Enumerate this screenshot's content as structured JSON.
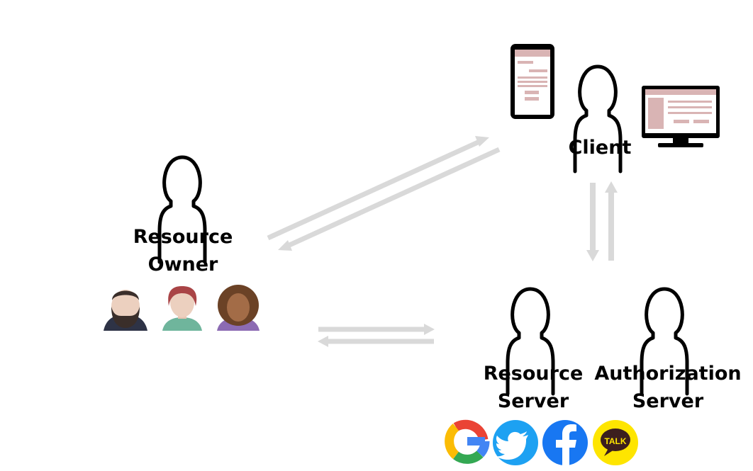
{
  "labels": {
    "resource_owner": [
      "Resource",
      "Owner"
    ],
    "client": "Client",
    "resource_server": [
      "Resource",
      "Server"
    ],
    "authorization_server": [
      "Authorization",
      "Server"
    ],
    "kakao_badge": "TALK"
  },
  "icons": {
    "person": "person-outline-icon",
    "phone": "smartphone-icon",
    "monitor": "desktop-monitor-icon",
    "users": [
      "bearded-man-avatar-icon",
      "red-haired-woman-avatar-icon",
      "curly-haired-woman-avatar-icon"
    ],
    "providers": [
      "google-logo-icon",
      "twitter-logo-icon",
      "facebook-logo-icon",
      "kakaotalk-logo-icon"
    ]
  },
  "colors": {
    "arrow": "#d9d9d9",
    "screen": "#d9b4b4",
    "google_blue": "#4285F4",
    "google_red": "#EA4335",
    "google_yellow": "#FBBC05",
    "google_green": "#34A853",
    "twitter": "#1DA1F2",
    "facebook": "#1877F2",
    "kakao": "#FEE500"
  }
}
